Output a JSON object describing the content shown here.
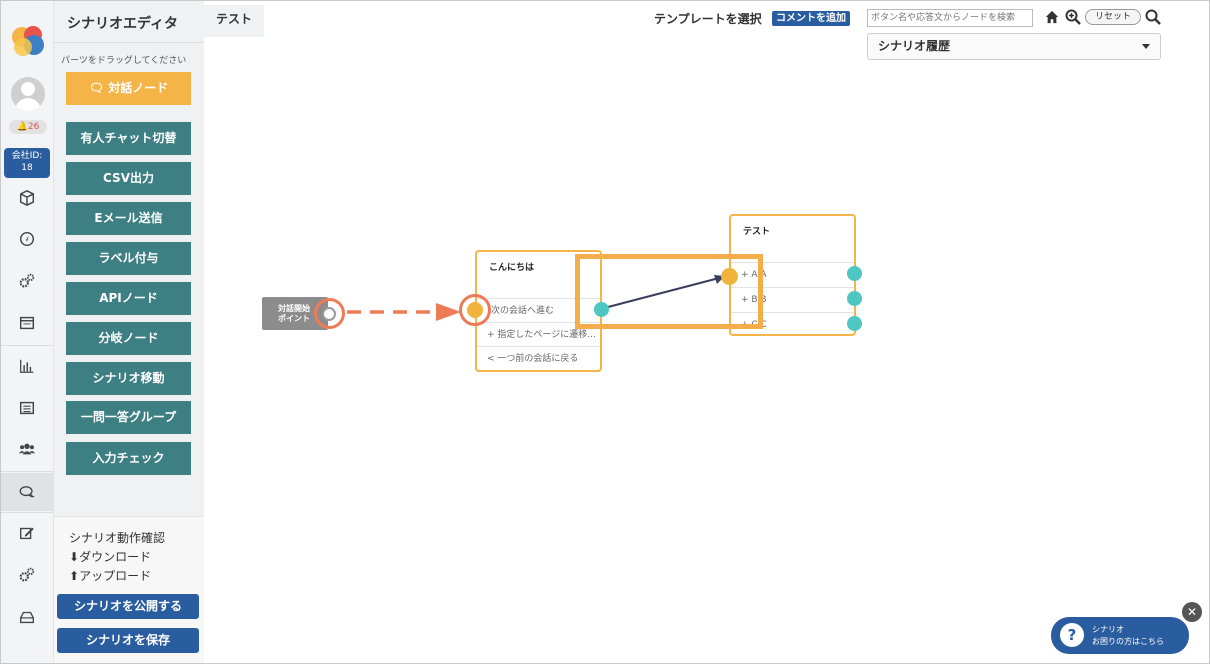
{
  "sidebar": {
    "notification_count": "26",
    "company_id_label": "会社ID:",
    "company_id_value": "18"
  },
  "panel": {
    "title": "シナリオエディタ",
    "hint": "パーツをドラッグしてください",
    "palette": [
      "対話ノード",
      "有人チャット切替",
      "CSV出力",
      "Eメール送信",
      "ラベル付与",
      "APIノード",
      "分岐ノード",
      "シナリオ移動",
      "一問一答グループ",
      "入力チェック"
    ],
    "links": [
      "シナリオ動作確認",
      "ダウンロード",
      "アップロード"
    ],
    "publish_button": "シナリオを公開する",
    "save_button": "シナリオを保存"
  },
  "toolbar": {
    "tab_label": "テスト",
    "template_select": "テンプレートを選択",
    "add_comment": "コメントを追加",
    "search_placeholder": "ボタン名や応答文からノードを検索",
    "reset": "リセット",
    "history": "シナリオ履歴"
  },
  "canvas": {
    "start_node": [
      "対話開始",
      "ポイント"
    ],
    "node1": {
      "title": "こんにちは",
      "rows": [
        "次の会話へ進む",
        "+ 指定したページに遷移...",
        "< 一つ前の会話に戻る"
      ]
    },
    "node2": {
      "title": "テスト",
      "rows": [
        "+ A A",
        "+ B B",
        "+ C C"
      ]
    }
  },
  "help": {
    "line1": "シナリオ",
    "line2": "お困りの方はこちら"
  },
  "colors": {
    "teal_button": "#3e7f83",
    "orange_button": "#f4b447",
    "blue_button": "#2a5d9f",
    "highlight": "#f4ad4a",
    "dashed_arrow": "#ee7b55"
  }
}
